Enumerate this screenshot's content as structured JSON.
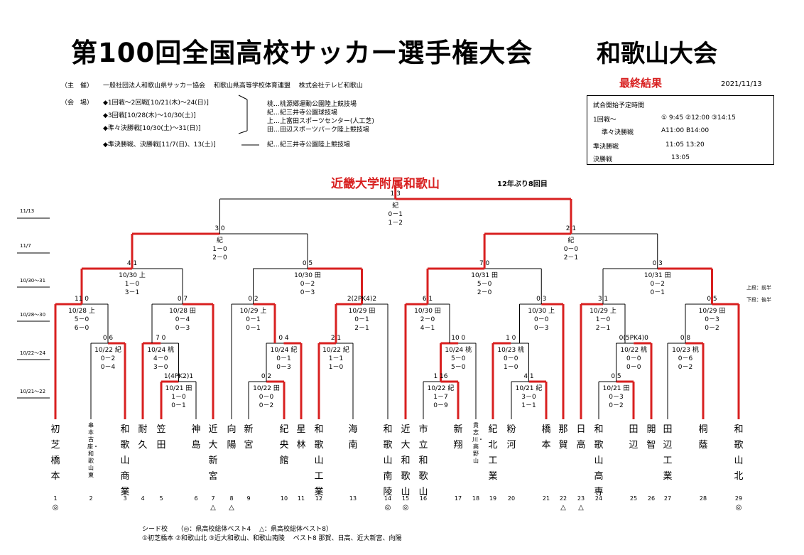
{
  "header": {
    "title": "第100回全国高校サッカー選手権大会",
    "subtitle": "和歌山大会",
    "organizer_label": "（主　催）",
    "organizer": "一般社団法人和歌山県サッカー協会　 和歌山県高等学校体育連盟　 株式会社テレビ和歌山",
    "venue_label": "（会　場）",
    "venue_rounds": [
      "◆1回戦～2回戦[10/21(木)～24(日)]",
      "◆3回戦[10/28(木)～10/30(土)]",
      "◆準々決勝戦[10/30(土)～31(日)]",
      "◆準決勝戦、決勝戦[11/7(日)、13(土)]"
    ],
    "venue_places": [
      "桃…桃源郷運動公園陸上競技場",
      "紀…紀三井寺公園球技場",
      "上…上富田スポーツセンター(人工芝)",
      "田…田辺スポーツパーク陸上競技場",
      "紀…紀三井寺公園陸上競技場"
    ],
    "final_result": "最終結果",
    "date": "2021/11/13"
  },
  "schedule": {
    "title": "試合開始予定時間",
    "r1_label": "1回戦～",
    "r1_times": "①  9:45  ②12:00  ③14:15",
    "qf_label": "準々決勝戦",
    "qf_times": "A11:00   B14:00",
    "sf_label": "準決勝戦",
    "sf_times": "11:05    13:20",
    "final_label": "決勝戦",
    "final_times": "13:05"
  },
  "champion": {
    "name": "近畿大学附属和歌山",
    "note": "12年ぶり8回目"
  },
  "row_labels": [
    "11/13",
    "11/7",
    "10/30～31",
    "10/28～30",
    "10/22～24",
    "10/21～22"
  ],
  "legend": {
    "top": "上段：前半",
    "bottom": "下段：後半"
  },
  "teams": [
    {
      "no": "1",
      "name": "初芝橋本",
      "mark": "◎"
    },
    {
      "no": "2",
      "name": "串本古座・和歌山東",
      "mark": ""
    },
    {
      "no": "3",
      "name": "和歌山商業",
      "mark": ""
    },
    {
      "no": "4",
      "name": "耐久",
      "mark": ""
    },
    {
      "no": "5",
      "name": "笠田",
      "mark": ""
    },
    {
      "no": "6",
      "name": "神島",
      "mark": ""
    },
    {
      "no": "7",
      "name": "近大新宮",
      "mark": "△"
    },
    {
      "no": "8",
      "name": "向陽",
      "mark": "△"
    },
    {
      "no": "9",
      "name": "新宮",
      "mark": ""
    },
    {
      "no": "10",
      "name": "紀央館",
      "mark": ""
    },
    {
      "no": "11",
      "name": "星林",
      "mark": ""
    },
    {
      "no": "12",
      "name": "和歌山工業",
      "mark": ""
    },
    {
      "no": "13",
      "name": "海南",
      "mark": ""
    },
    {
      "no": "14",
      "name": "和歌山南陵",
      "mark": "◎"
    },
    {
      "no": "15",
      "name": "近大和歌山",
      "mark": "◎"
    },
    {
      "no": "16",
      "name": "市立和歌山",
      "mark": ""
    },
    {
      "no": "17",
      "name": "新翔",
      "mark": ""
    },
    {
      "no": "18",
      "name": "貴志川・高野山",
      "mark": ""
    },
    {
      "no": "19",
      "name": "紀北工業",
      "mark": ""
    },
    {
      "no": "20",
      "name": "粉河",
      "mark": ""
    },
    {
      "no": "21",
      "name": "橋本",
      "mark": ""
    },
    {
      "no": "22",
      "name": "那賀",
      "mark": "△"
    },
    {
      "no": "23",
      "name": "日高",
      "mark": "△"
    },
    {
      "no": "24",
      "name": "和歌山高専",
      "mark": ""
    },
    {
      "no": "25",
      "name": "田辺",
      "mark": ""
    },
    {
      "no": "26",
      "name": "開智",
      "mark": ""
    },
    {
      "no": "27",
      "name": "田辺工業",
      "mark": ""
    },
    {
      "no": "28",
      "name": "桐蔭",
      "mark": ""
    },
    {
      "no": "29",
      "name": "和歌山北",
      "mark": "◎"
    }
  ],
  "matches": [
    {
      "id": "final",
      "score": "1  3",
      "info": "紀",
      "half1": "0－1",
      "half2": "1－2"
    },
    {
      "id": "sf1",
      "score": "3  0",
      "info": "紀",
      "half1": "1－0",
      "half2": "2－0"
    },
    {
      "id": "sf2",
      "score": "2  1",
      "info": "紀",
      "half1": "0－0",
      "half2": "2－1"
    },
    {
      "id": "qf1",
      "score": "4  1",
      "info": "10/30  上",
      "half1": "1－0",
      "half2": "3－1"
    },
    {
      "id": "qf2",
      "score": "0  5",
      "info": "10/30  田",
      "half1": "0－2",
      "half2": "0－3"
    },
    {
      "id": "qf3",
      "score": "7  0",
      "info": "10/31  田",
      "half1": "5－0",
      "half2": "2－0"
    },
    {
      "id": "qf4",
      "score": "0  3",
      "info": "10/31  田",
      "half1": "0－2",
      "half2": "0－1"
    },
    {
      "id": "r3a",
      "score": "11  0",
      "info": "10/28  上",
      "half1": "5－0",
      "half2": "6－0"
    },
    {
      "id": "r3b",
      "score": "0  7",
      "info": "10/28  田",
      "half1": "0－4",
      "half2": "0－3"
    },
    {
      "id": "r3c",
      "score": "0  2",
      "info": "10/29  上",
      "half1": "0－1",
      "half2": "0－1"
    },
    {
      "id": "r3d",
      "score": "2(2PK4)2",
      "info": "10/29  田",
      "half1": "0－1",
      "half2": "2－1"
    },
    {
      "id": "r3e",
      "score": "6  1",
      "info": "10/30  田",
      "half1": "2－0",
      "half2": "4－1"
    },
    {
      "id": "r3f",
      "score": "0  3",
      "info": "10/30  上",
      "half1": "0－0",
      "half2": "0－3"
    },
    {
      "id": "r3g",
      "score": "3  1",
      "info": "10/29  上",
      "half1": "1－0",
      "half2": "2－1"
    },
    {
      "id": "r3h",
      "score": "0  5",
      "info": "10/29  田",
      "half1": "0－3",
      "half2": "0－2"
    },
    {
      "id": "r2a",
      "score": "0  6",
      "info": "10/22  紀",
      "half1": "0－2",
      "half2": "0－4"
    },
    {
      "id": "r2b",
      "score": "7  0",
      "info": "10/24  桃",
      "half1": "4－0",
      "half2": "3－0"
    },
    {
      "id": "r2c",
      "score": "0  4",
      "info": "10/24  紀",
      "half1": "0－1",
      "half2": "0－3"
    },
    {
      "id": "r2d",
      "score": "2  1",
      "info": "10/22  紀",
      "half1": "1－1",
      "half2": "1－0"
    },
    {
      "id": "r2e",
      "score": "10  0",
      "info": "10/24  桃",
      "half1": "5－0",
      "half2": "5－0"
    },
    {
      "id": "r2f",
      "score": "1  0",
      "info": "10/23  桃",
      "half1": "0－0",
      "half2": "1－0"
    },
    {
      "id": "r2g",
      "score": "0(5PK4)0",
      "info": "10/22  桃",
      "half1": "0－0",
      "half2": "0－0"
    },
    {
      "id": "r2h",
      "score": "0  8",
      "info": "10/23  桃",
      "half1": "0－6",
      "half2": "0－2"
    },
    {
      "id": "r1a",
      "score": "1(4PK2)1",
      "info": "10/21  田",
      "half1": "1－0",
      "half2": "0－1"
    },
    {
      "id": "r1b",
      "score": "0  2",
      "info": "10/22  田",
      "half1": "0－0",
      "half2": "0－2"
    },
    {
      "id": "r1c",
      "score": "1  16",
      "info": "10/22  紀",
      "half1": "1－7",
      "half2": "0－9"
    },
    {
      "id": "r1d",
      "score": "4  1",
      "info": "10/21  紀",
      "half1": "3－0",
      "half2": "1－1"
    },
    {
      "id": "r1e",
      "score": "0  5",
      "info": "10/21  田",
      "half1": "0－3",
      "half2": "0－2"
    }
  ],
  "footer": {
    "line1": "シード校　　（◎：県高校総体ベスト4　 △：県高校総体ベスト8）",
    "line2": "①初芝橋本 ②和歌山北 ③近大和歌山、和歌山南陵　 ベスト8  那賀、日高、近大新宮、向陽"
  },
  "colors": {
    "winner": "#d82020",
    "line": "#000000"
  }
}
